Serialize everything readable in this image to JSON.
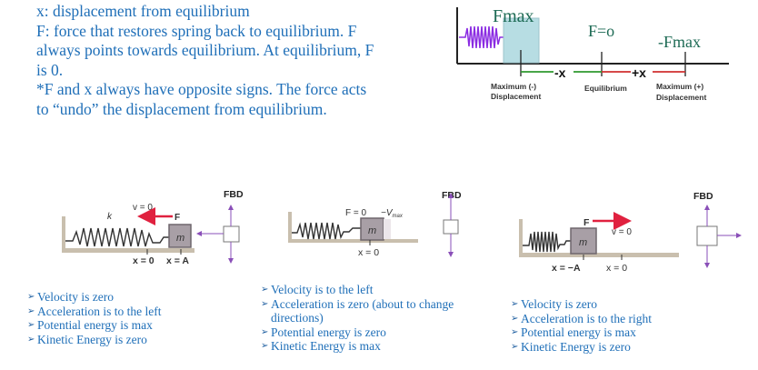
{
  "intro": {
    "lines": [
      "x: displacement from equilibrium",
      "F: force that restores spring back to equilibrium. F",
      "always points towards equilibrium. At equilibrium, F",
      "is 0.",
      "*F and x always have opposite signs. The force acts",
      "to “undo” the displacement from equilibrium."
    ]
  },
  "top_diagram": {
    "force_labels": {
      "left": "Fmax",
      "middle": "F=o",
      "right": "-Fmax"
    },
    "x_neg": "-x",
    "x_pos": "+x",
    "labels": {
      "max_neg_1": "Maximum (-)",
      "max_neg_2": "Displacement",
      "equilibrium": "Equilibrium",
      "max_pos_1": "Maximum (+)",
      "max_pos_2": "Displacement"
    },
    "colors": {
      "spring": "#8a2be2",
      "box": "#b7dde3",
      "neg_line": "#2e9a2e",
      "pos_line": "#d12f2f",
      "force_text": "#1e6b55"
    }
  },
  "panels": [
    {
      "fbd": "FBD",
      "v_label": "v = 0",
      "k_label": "k",
      "force_label": "F",
      "mass": "m",
      "x0": "x = 0",
      "xA": "x = A",
      "bullets": [
        "Velocity is zero",
        "Acceleration is to the left",
        "Potential energy is max",
        "Kinetic Energy is zero"
      ]
    },
    {
      "fbd": "FBD",
      "f_label": "F = 0",
      "v_label": "−V",
      "v_sub": "max",
      "mass": "m",
      "x0": "x = 0",
      "bullets": [
        "Velocity is to the left",
        "Acceleration is zero (about to change",
        "directions)",
        "Potential energy is zero",
        "Kinetic Energy is max"
      ]
    },
    {
      "fbd": "FBD",
      "force_label": "F",
      "v_label": "v = 0",
      "mass": "m",
      "xA": "x = −A",
      "x0": "x = 0",
      "bullets": [
        "Velocity is zero",
        "Acceleration is to the right",
        "Potential energy is max",
        "Kinetic Energy is zero"
      ]
    }
  ],
  "colors": {
    "text_blue": "#1f6fb8",
    "fbd_arrow": "#8a4fb8",
    "force_arrow": "#e0213f",
    "mass_fill": "#a89fa6"
  }
}
